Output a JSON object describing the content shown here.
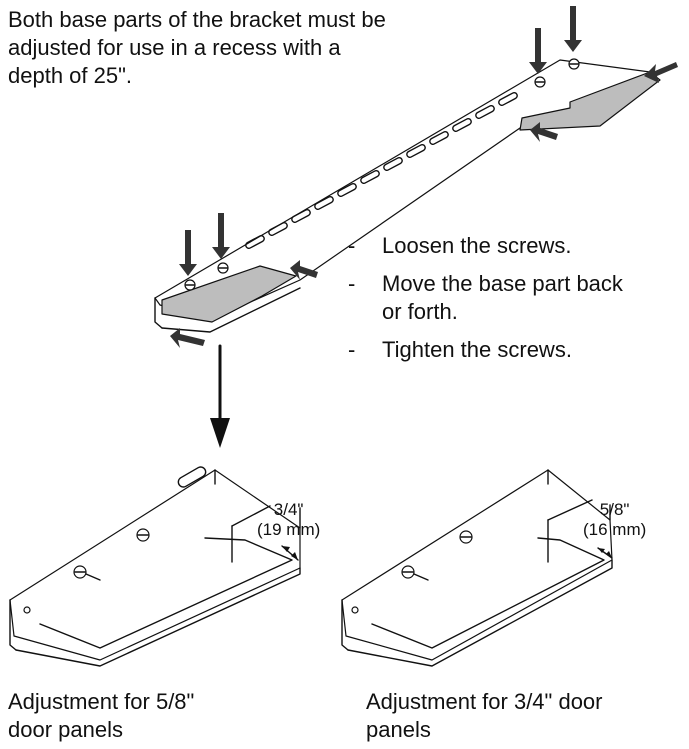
{
  "intro": {
    "lines": [
      "Both base parts of the bracket must be",
      "adjusted for use in a recess with a",
      "depth of 25\"."
    ]
  },
  "steps": [
    {
      "dash": "-",
      "lines": [
        "Loosen the screws."
      ]
    },
    {
      "dash": "-",
      "lines": [
        "Move the base part back",
        "or forth."
      ]
    },
    {
      "dash": "-",
      "lines": [
        "Tighten the screws."
      ]
    }
  ],
  "detail_left": {
    "dimension": [
      "3/4\"",
      "(19 mm)"
    ],
    "caption": [
      "Adjustment for 5/8\"",
      "door panels"
    ]
  },
  "detail_right": {
    "dimension": [
      "5/8\"",
      "(16 mm)"
    ],
    "caption": [
      "Adjustment for 3/4\" door",
      "panels"
    ]
  },
  "colors": {
    "line": "#111111",
    "base_part_fill": "#bdbdbd",
    "arrow_fill": "#333333"
  }
}
